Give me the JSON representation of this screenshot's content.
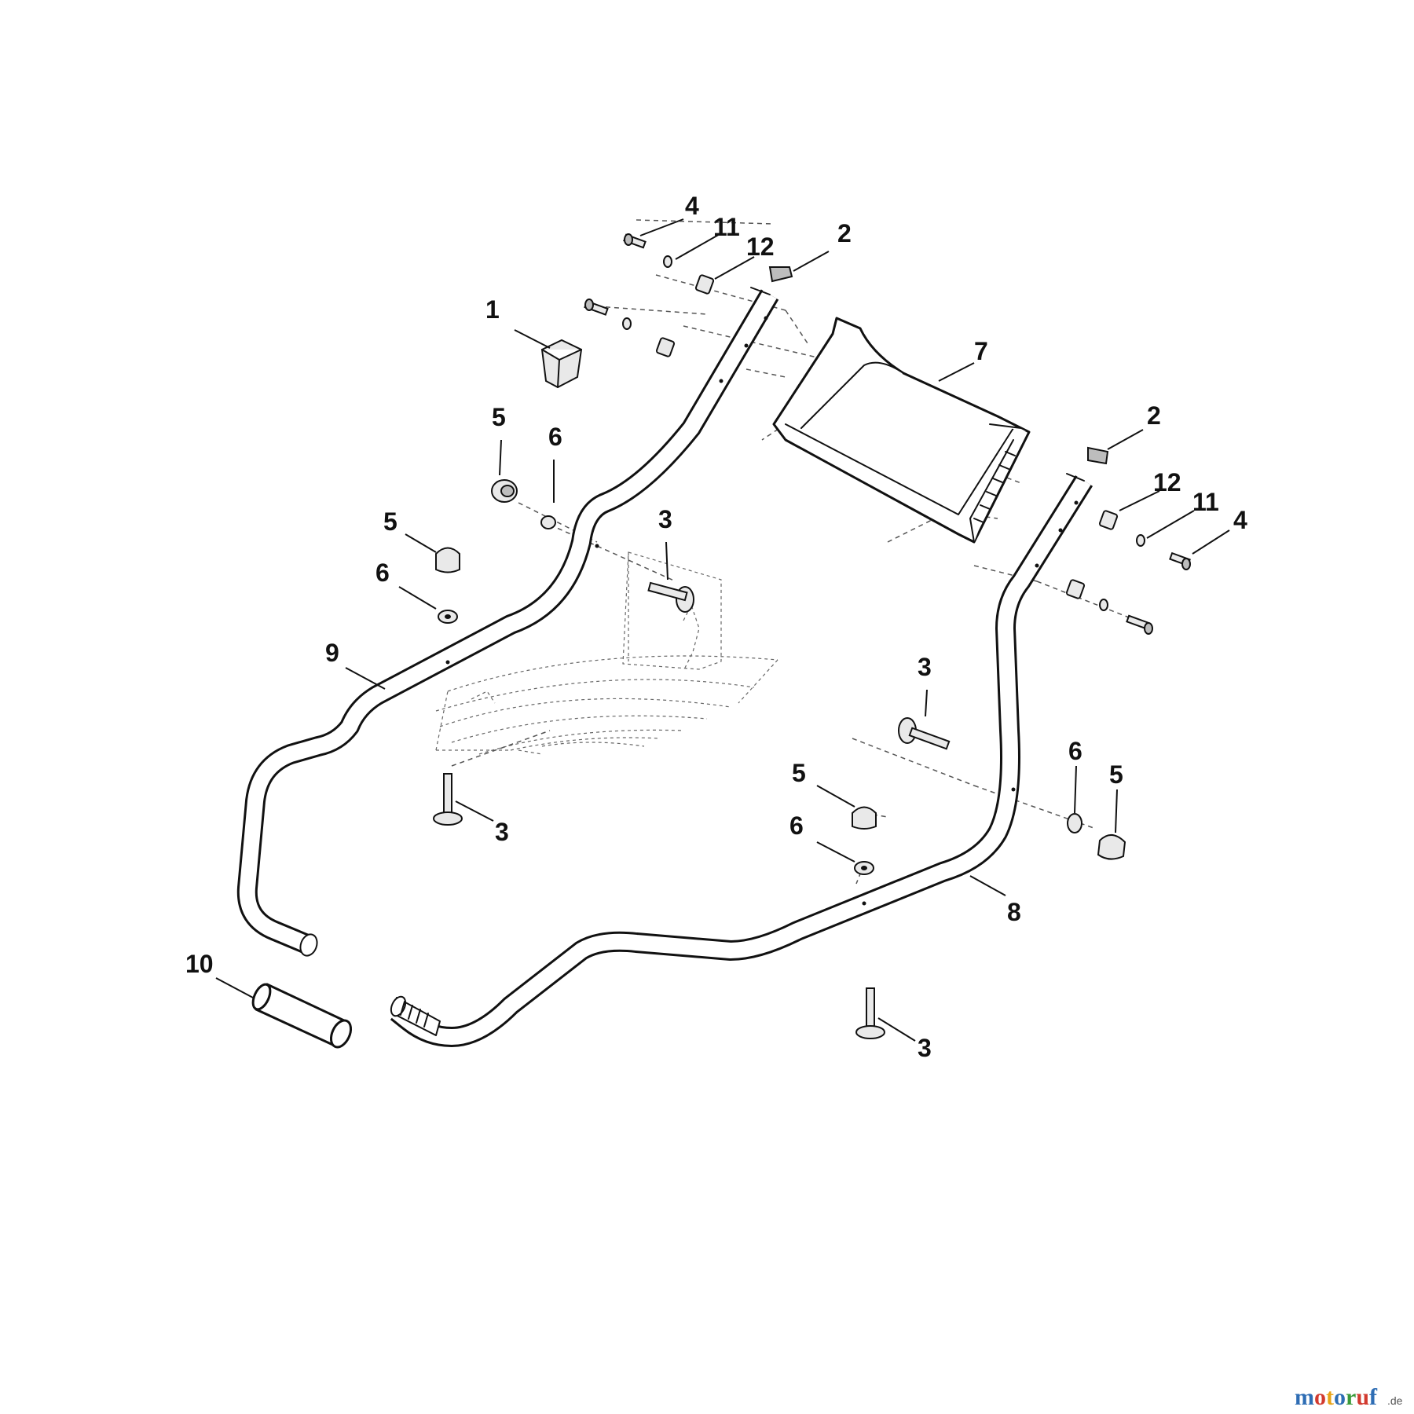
{
  "callouts": {
    "c1": "1",
    "c2a": "2",
    "c2b": "2",
    "c3a": "3",
    "c3b": "3",
    "c3c": "3",
    "c3d": "3",
    "c4a": "4",
    "c4b": "4",
    "c5a": "5",
    "c5b": "5",
    "c5c": "5",
    "c5d": "5",
    "c6a": "6",
    "c6b": "6",
    "c6c": "6",
    "c6d": "6",
    "c7": "7",
    "c8": "8",
    "c9": "9",
    "c10": "10",
    "c11a": "11",
    "c11b": "11",
    "c12a": "12",
    "c12b": "12"
  },
  "watermark": {
    "letters": [
      "m",
      "o",
      "t",
      "o",
      "r",
      "u",
      "f"
    ],
    "letter_colors": [
      "#2e6db4",
      "#d23a2f",
      "#e8a317",
      "#2e6db4",
      "#3a9a3a",
      "#d23a2f",
      "#2e6db4"
    ],
    "tld": ".de"
  }
}
